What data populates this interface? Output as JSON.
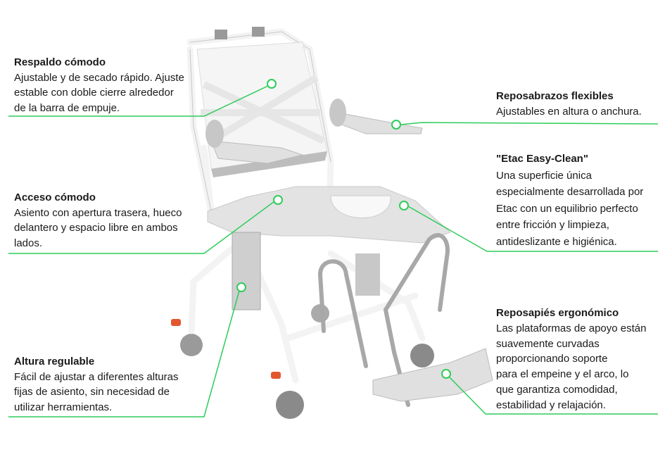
{
  "accent_color": "#2ecc5a",
  "callouts": [
    {
      "title": "Respaldo cómodo",
      "lines": [
        "Ajustable y de secado rápido. Ajuste",
        "estable con doble cierre alrededor",
        "de la barra de empuje."
      ]
    },
    {
      "title": "Reposabrazos flexibles",
      "lines": [
        "Ajustables en altura o anchura."
      ]
    },
    {
      "title": "\"Etac Easy-Clean\"",
      "lines": [
        "Una superficie única",
        "especialmente desarrollada por",
        "Etac con un equilibrio perfecto",
        "entre fricción y limpieza,",
        "antideslizante e higiénica."
      ]
    },
    {
      "title": "Acceso cómodo",
      "lines": [
        "Asiento con apertura trasera, hueco",
        "delantero y espacio libre en ambos",
        "lados."
      ]
    },
    {
      "title": "Altura regulable",
      "lines": [
        "Fácil de ajustar a diferentes alturas",
        "fijas de asiento, sin necesidad de",
        "utilizar herramientas."
      ]
    },
    {
      "title": "Reposapiés ergonómico",
      "lines": [
        "Las plataformas de apoyo están",
        "suavemente curvadas",
        "proporcionando soporte",
        "para el empeine y el arco, lo",
        "que garantiza  comodidad,",
        "estabilidad y relajación."
      ]
    }
  ]
}
